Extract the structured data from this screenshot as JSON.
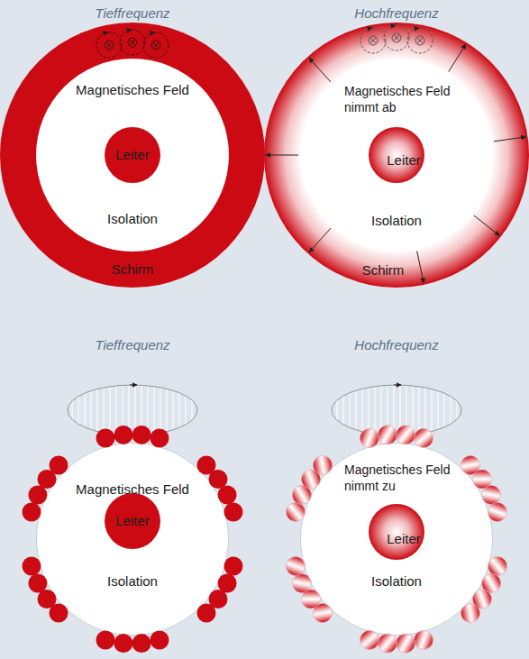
{
  "diagram": {
    "nodes": [
      {
        "text": [
          "Schirm"
        ]
      },
      {
        "text": [
          "Magnetisches Feld",
          "Isolation"
        ],
        "in": 0
      },
      {
        "text": [
          "Leiter"
        ],
        "in": 1
      },
      {
        "text": [
          "Schirm"
        ]
      },
      {
        "text": [
          "Magnetisches Feld nimmt ab",
          "Isolation"
        ],
        "in": 3
      },
      {
        "text": [
          "Leiter"
        ],
        "in": 4
      },
      {
        "text": [
          "Magnetisches Feld",
          "Isolation"
        ]
      },
      {
        "text": [
          "Leiter"
        ],
        "in": 6
      },
      {
        "text": [
          "Magnetisches Feld nimmt zu",
          "Isolation"
        ]
      },
      {
        "text": [
          "Leiter"
        ],
        "in": 8
      }
    ],
    "labels": [
      "Tieffrequenz",
      "Hochfrequenz",
      "Tieffrequenz",
      "Hochfrequenz"
    ]
  }
}
